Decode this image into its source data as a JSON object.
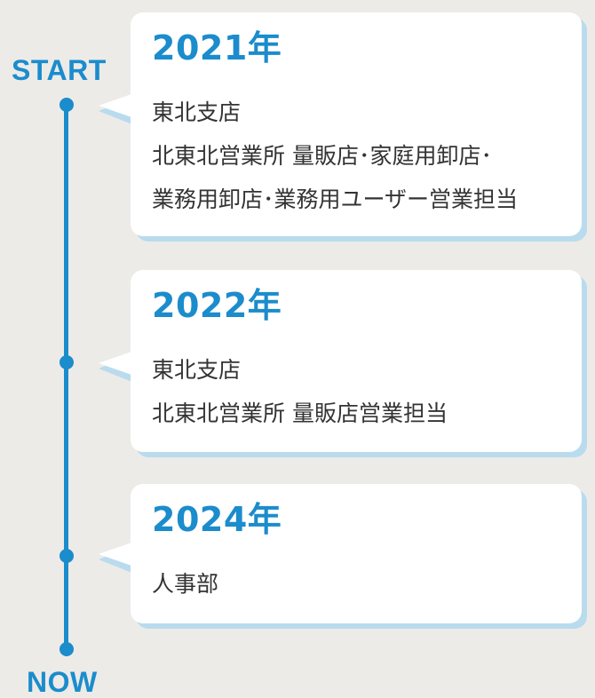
{
  "timeline": {
    "start_label": "START",
    "end_label": "NOW",
    "accent_color": "#1b8ccc"
  },
  "entries": [
    {
      "year": "2021年",
      "lines": [
        "東北支店",
        "北東北営業所 量販店･家庭用卸店･",
        "業務用卸店･業務用ユーザー営業担当"
      ]
    },
    {
      "year": "2022年",
      "lines": [
        "東北支店",
        "北東北営業所 量販店営業担当"
      ]
    },
    {
      "year": "2024年",
      "lines": [
        "人事部"
      ]
    }
  ]
}
